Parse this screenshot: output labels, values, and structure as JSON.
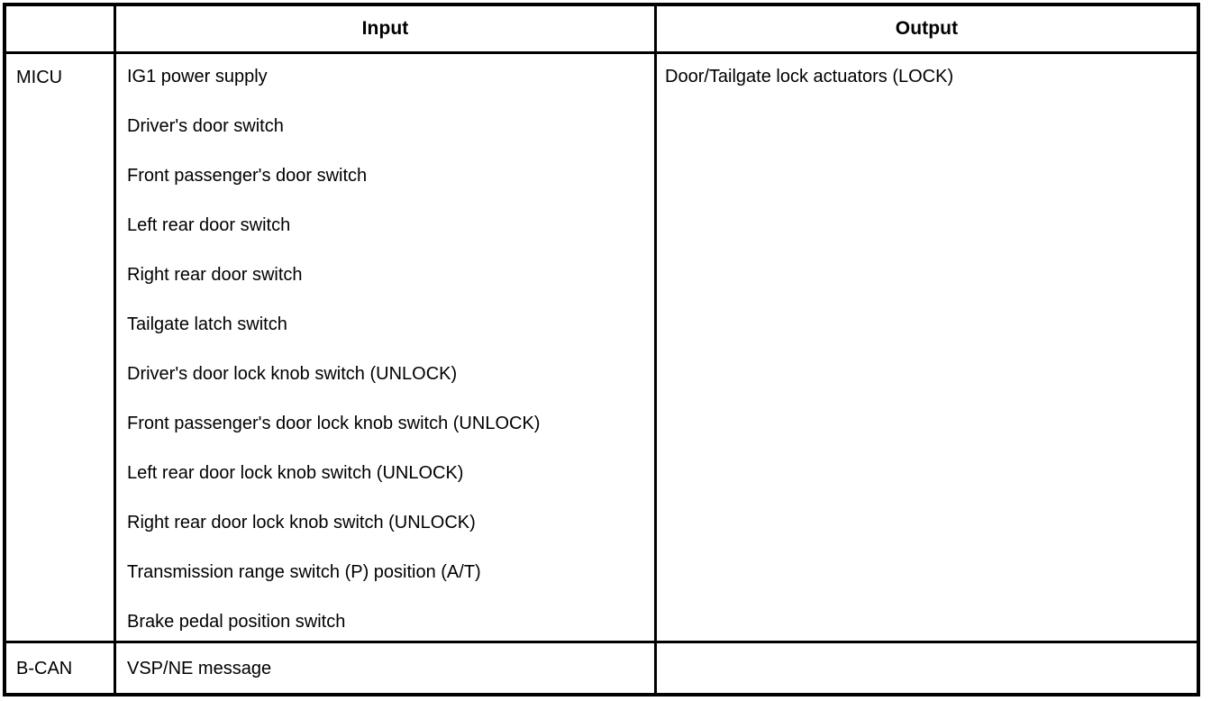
{
  "table": {
    "headers": {
      "module": "",
      "input": "Input",
      "output": "Output"
    },
    "rows": [
      {
        "module": "MICU",
        "inputs": [
          "IG1 power supply",
          "Driver's door switch",
          "Front passenger's door switch",
          "Left rear door switch",
          "Right rear door switch",
          "Tailgate latch switch",
          "Driver's door lock knob switch (UNLOCK)",
          "Front passenger's door lock knob switch (UNLOCK)",
          "Left rear door lock knob switch (UNLOCK)",
          "Right rear door lock knob switch (UNLOCK)",
          "Transmission range switch (P) position (A/T)",
          "Brake pedal position switch"
        ],
        "outputs": [
          "Door/Tailgate lock actuators (LOCK)"
        ]
      },
      {
        "module": "B-CAN",
        "inputs": [
          "VSP/NE message"
        ],
        "outputs": []
      }
    ]
  },
  "colors": {
    "border": "#000000",
    "text": "#000000",
    "background": "#ffffff"
  }
}
